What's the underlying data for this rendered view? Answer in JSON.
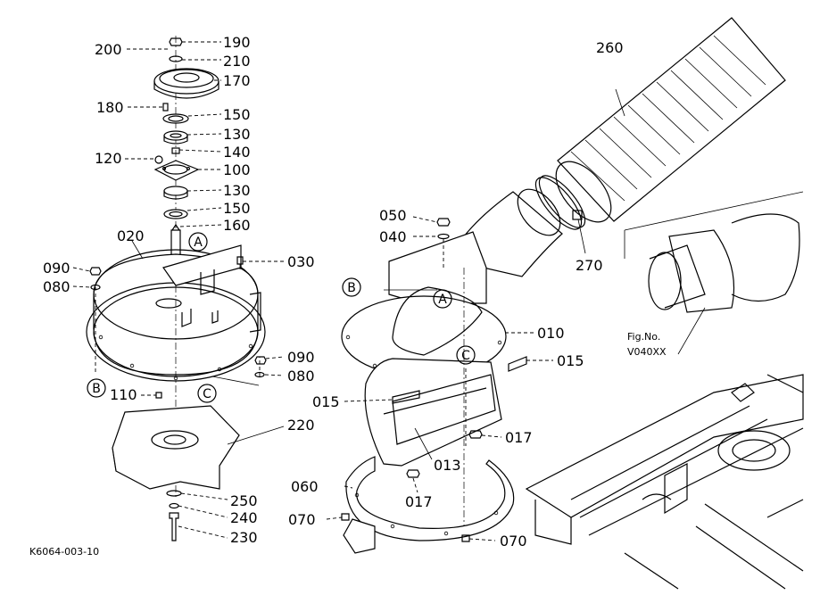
{
  "diagram": {
    "figure_code": "K6064-003-10",
    "figure_ref_line1": "Fig.No.",
    "figure_ref_line2": "V040XX"
  },
  "part_labels": {
    "p190": "190",
    "p200": "200",
    "p210": "210",
    "p170": "170",
    "p180": "180",
    "p150a": "150",
    "p130a": "130",
    "p120": "120",
    "p140": "140",
    "p100": "100",
    "p130b": "130",
    "p150b": "150",
    "p160": "160",
    "p020": "020",
    "p030": "030",
    "p090a": "090",
    "p080a": "080",
    "p090b": "090",
    "p080b": "080",
    "p110": "110",
    "p220": "220",
    "p250": "250",
    "p240": "240",
    "p230": "230",
    "p050": "050",
    "p040": "040",
    "p010": "010",
    "p015a": "015",
    "p015b": "015",
    "p017a": "017",
    "p017b": "017",
    "p013": "013",
    "p060": "060",
    "p070a": "070",
    "p070b": "070",
    "p260": "260",
    "p270": "270"
  },
  "callouts": {
    "a1": "A",
    "a2": "A",
    "b1": "B",
    "b2": "B",
    "c1": "C",
    "c2": "C"
  }
}
